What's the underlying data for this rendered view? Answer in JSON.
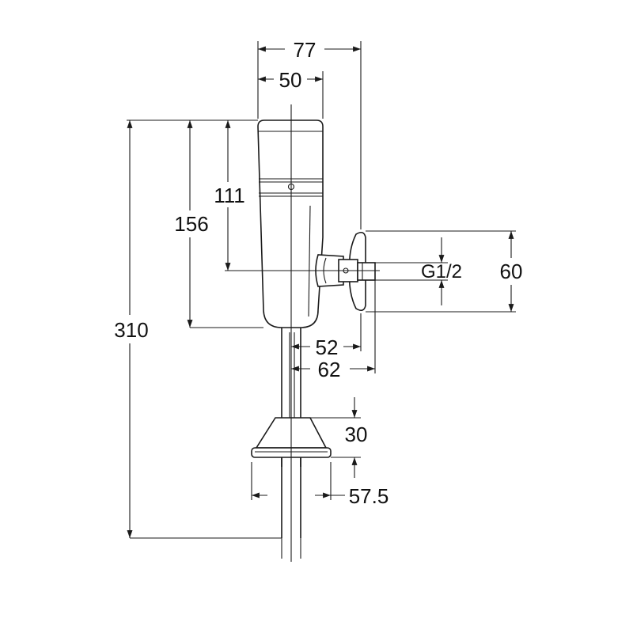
{
  "dimensions": {
    "overall_width": "77",
    "body_width": "50",
    "height_111": "111",
    "height_156": "156",
    "total_height": "310",
    "connection_height": "60",
    "thread_size": "G1/2",
    "offset_52": "52",
    "offset_62": "62",
    "flange_height": "30",
    "flange_width": "57.5"
  },
  "colors": {
    "line": "#1a1a1a",
    "background": "#ffffff"
  }
}
